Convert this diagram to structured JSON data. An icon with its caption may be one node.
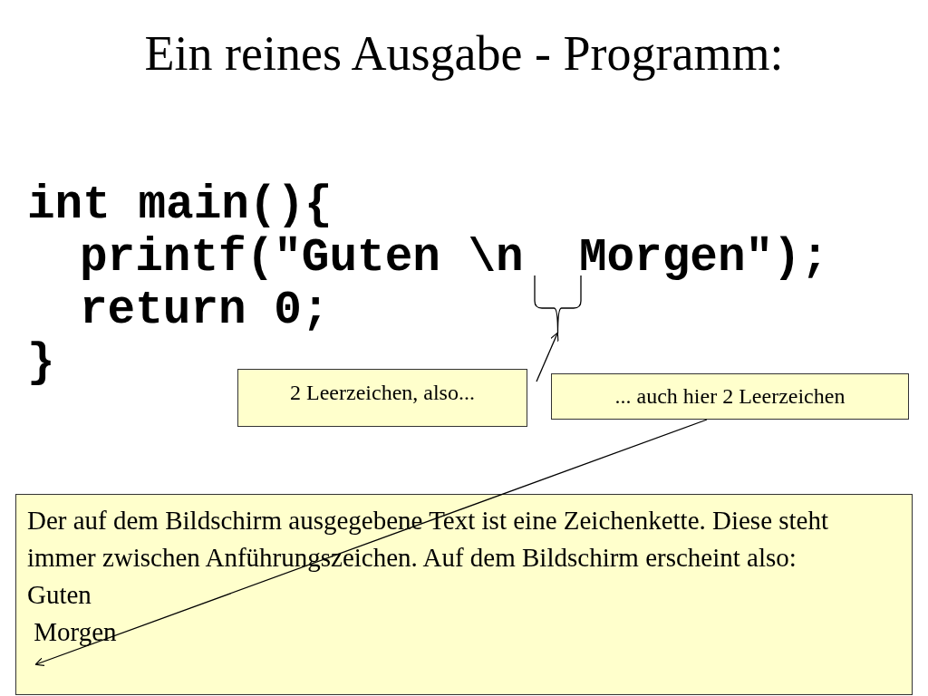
{
  "diagram": {
    "title": "Ein reines Ausgabe - Programm:",
    "nodes": [
      {
        "text": [
          "2 Leerzeichen, also..."
        ]
      },
      {
        "text": [
          "... auch hier 2 Leerzeichen"
        ]
      },
      {
        "text": [
          "Der auf dem Bildschirm ausgegebene Text ist eine Zeichenkette. Diese steht immer zwischen Anführungszeichen. Auf dem Bildschirm erscheint also:",
          "Guten",
          " Morgen"
        ]
      },
      {
        "text": [],
        "shape": "brace"
      }
    ],
    "edges": [
      {
        "from": 0,
        "to": 3,
        "arrow": "to"
      },
      {
        "from": 1,
        "to": 2,
        "arrow": "to"
      }
    ],
    "labels": [
      "int main(){",
      "printf(\"Guten \\n  Morgen\");",
      "return 0;",
      "}"
    ]
  }
}
